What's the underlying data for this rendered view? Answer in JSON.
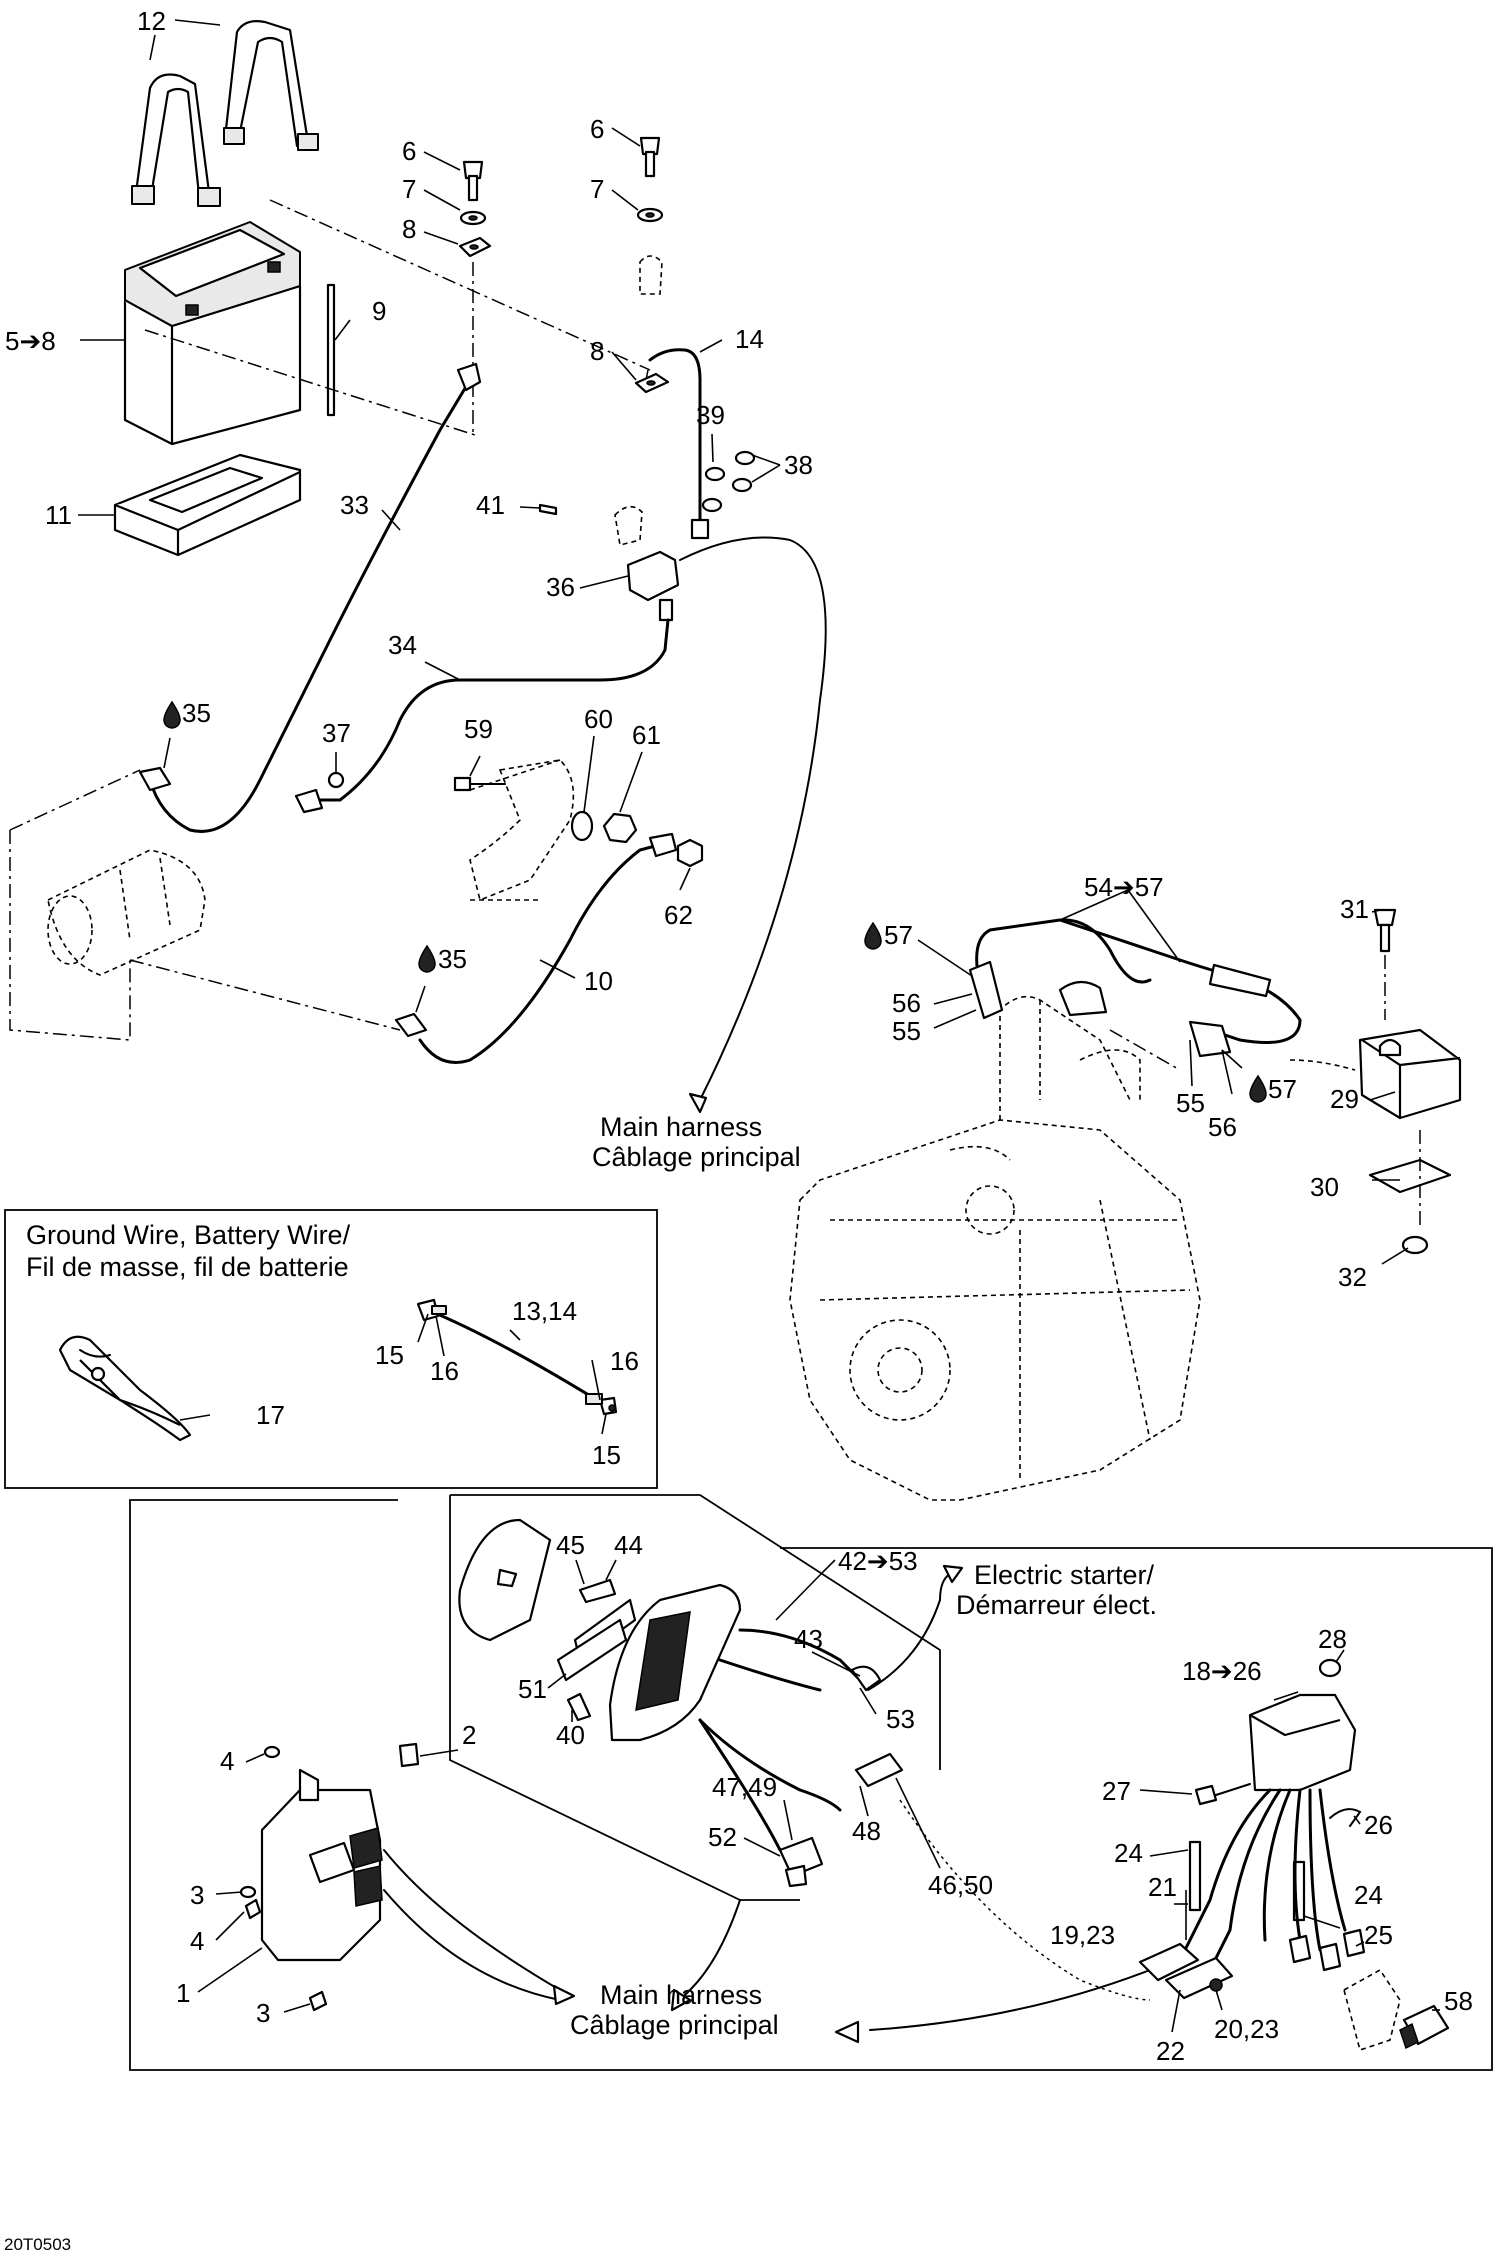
{
  "figure_code": "20T0503",
  "captions": {
    "main_harness_top": [
      "Main harness",
      "Câblage principal"
    ],
    "main_harness_bottom": [
      "Main harness",
      "Câblage principal"
    ],
    "electric_starter": [
      "Electric starter/",
      "Démarreur élect."
    ],
    "inset_title": [
      "Ground Wire, Battery Wire/",
      "Fil de masse, fil de batterie"
    ]
  },
  "labels": {
    "l12": "12",
    "l5_8": "5➔8",
    "l9": "9",
    "l11": "11",
    "l6a": "6",
    "l7a": "7",
    "l8a": "8",
    "l6b": "6",
    "l7b": "7",
    "l8b": "8",
    "l14": "14",
    "l39": "39",
    "l38": "38",
    "l41": "41",
    "l36": "36",
    "l33": "33",
    "l34": "34",
    "l35a": "35",
    "l37": "37",
    "l59": "59",
    "l60": "60",
    "l61": "61",
    "l62": "62",
    "l35b": "35",
    "l10": "10",
    "l54_57": "54➔57",
    "l57a": "57",
    "l56a": "56",
    "l55a": "55",
    "l55b": "55",
    "l56b": "56",
    "l57b": "57",
    "l31": "31",
    "l29": "29",
    "l30": "30",
    "l32": "32",
    "l13_14": "13,14",
    "l15a": "15",
    "l16a": "16",
    "l16b": "16",
    "l15b": "15",
    "l17": "17",
    "l45": "45",
    "l44": "44",
    "l42_53": "42➔53",
    "l43": "43",
    "l51": "51",
    "l40": "40",
    "l53": "53",
    "l47_49": "47,49",
    "l52": "52",
    "l48": "48",
    "l46_50": "46,50",
    "l2": "2",
    "l4a": "4",
    "l3a": "3",
    "l4b": "4",
    "l1": "1",
    "l3b": "3",
    "l28": "28",
    "l18_26": "18➔26",
    "l27": "27",
    "l24a": "24",
    "l26": "26",
    "l21": "21",
    "l24b": "24",
    "l19_23": "19,23",
    "l25": "25",
    "l22": "22",
    "l20_23": "20,23",
    "l58": "58"
  }
}
